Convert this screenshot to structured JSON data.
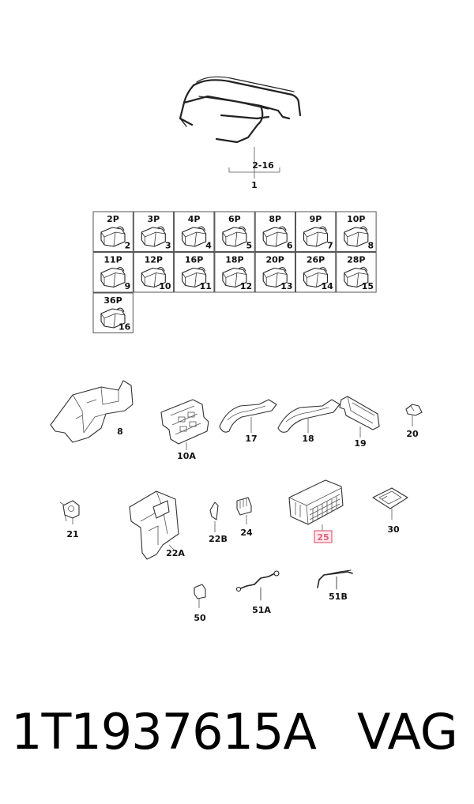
{
  "labels": {
    "wire_range": "2-16",
    "wire_harness": "1",
    "p8": "8",
    "p10a": "10A",
    "p17": "17",
    "p18": "18",
    "p19": "19",
    "p20": "20",
    "p21": "21",
    "p22a": "22A",
    "p22b": "22B",
    "p24": "24",
    "p25": "25",
    "p30": "30",
    "p50": "50",
    "p51a": "51A",
    "p51b": "51B"
  },
  "connectors": [
    {
      "pins": "2P",
      "num": "2"
    },
    {
      "pins": "3P",
      "num": "3"
    },
    {
      "pins": "4P",
      "num": "4"
    },
    {
      "pins": "6P",
      "num": "5"
    },
    {
      "pins": "8P",
      "num": "6"
    },
    {
      "pins": "9P",
      "num": "7"
    },
    {
      "pins": "10P",
      "num": "8"
    },
    {
      "pins": "11P",
      "num": "9"
    },
    {
      "pins": "12P",
      "num": "10"
    },
    {
      "pins": "16P",
      "num": "11"
    },
    {
      "pins": "18P",
      "num": "12"
    },
    {
      "pins": "20P",
      "num": "13"
    },
    {
      "pins": "26P",
      "num": "14"
    },
    {
      "pins": "28P",
      "num": "15"
    },
    {
      "pins": "36P",
      "num": "16"
    }
  ],
  "highlight_color": "#e0627a",
  "footer": {
    "part_number": "1T1937615A",
    "brand": "VAG"
  }
}
